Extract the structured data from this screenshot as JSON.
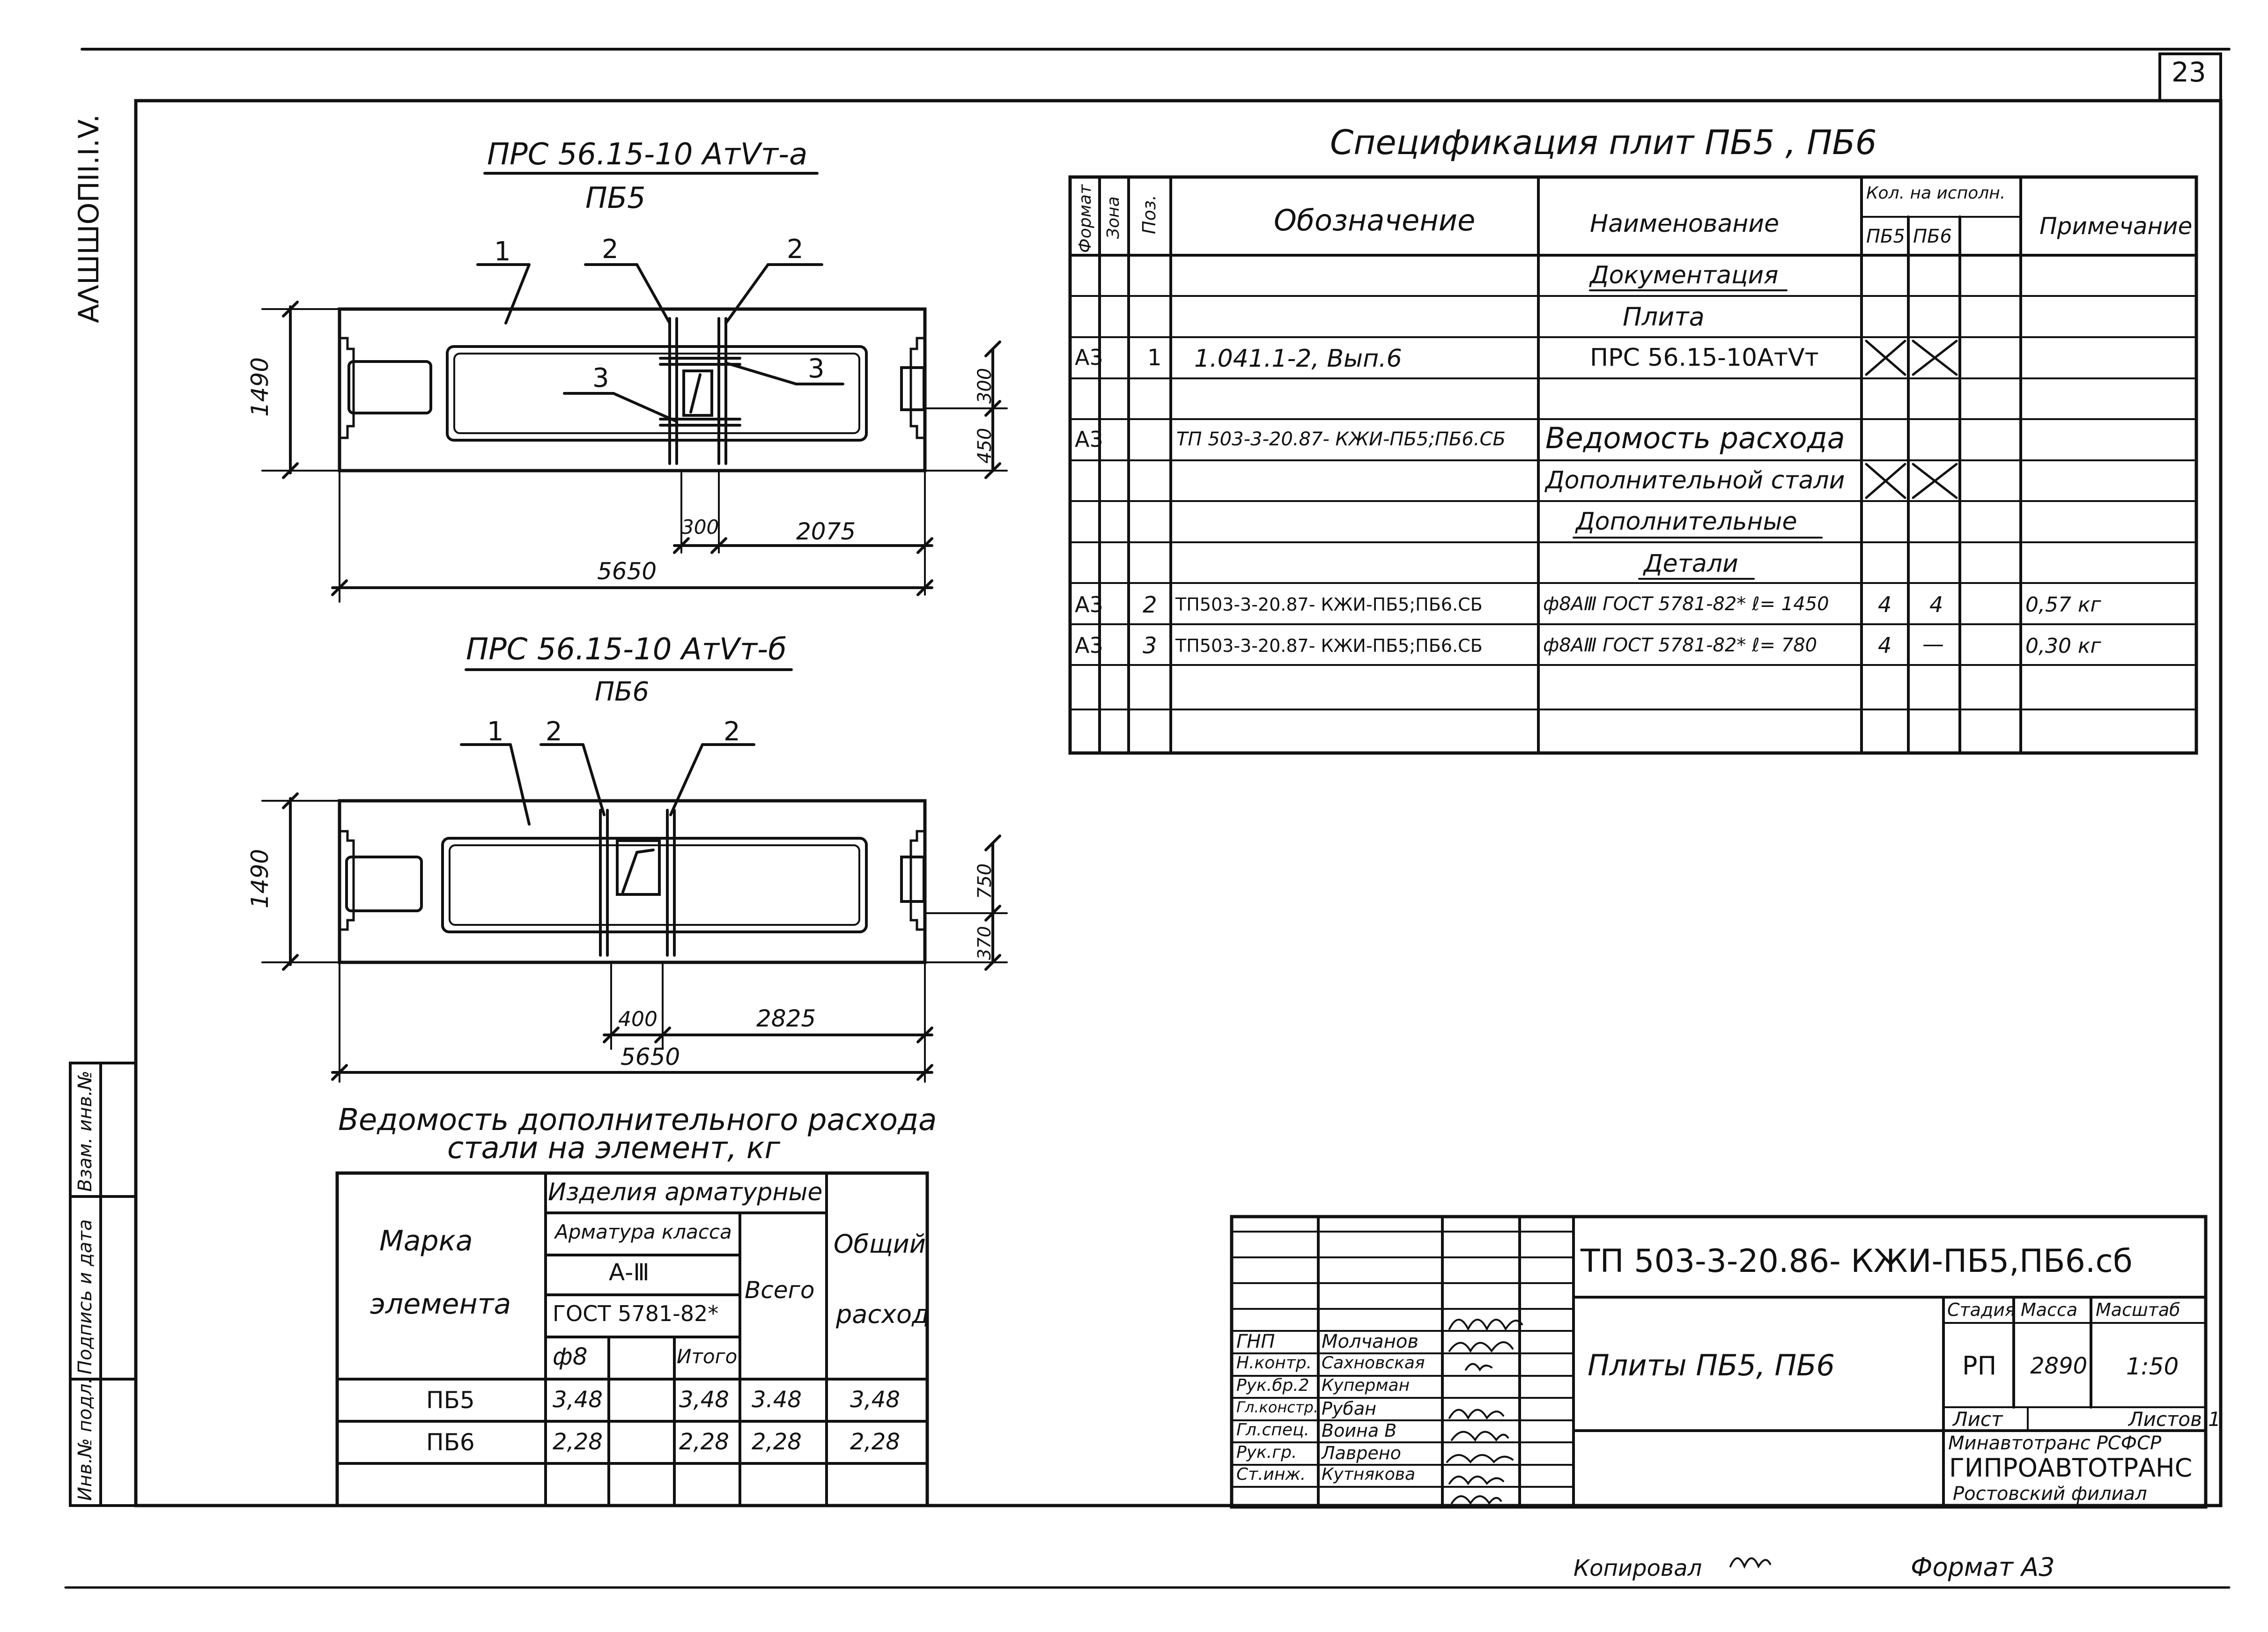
{
  "page_number": "23",
  "left_vertical_code": "ΑΛШШΟΠΙΙ.Ι.V.",
  "drawing1": {
    "title": "ПРС 56.15-10 АтⅤт-а",
    "subtitle": "ПБ5",
    "callouts": [
      "1",
      "2",
      "2",
      "3",
      "3"
    ],
    "dim_height": "1490",
    "dim_right_top": "300",
    "dim_right_bottom": "450",
    "dim_300": "300",
    "dim_2075": "2075",
    "dim_length": "5650"
  },
  "drawing2": {
    "title": "ПРС 56.15-10 АтⅤт-б",
    "subtitle": "ПБ6",
    "callouts": [
      "1",
      "2",
      "2"
    ],
    "dim_height": "1490",
    "dim_right_top": "750",
    "dim_right_bottom": "370",
    "dim_400": "400",
    "dim_2825": "2825",
    "dim_length": "5650"
  },
  "spec": {
    "title": "Спецификация   плит ПБ5 , ПБ6",
    "headers": {
      "format": "Формат",
      "zone": "Зона",
      "pos": "Поз.",
      "designation": "Обозначение",
      "name": "Наименование",
      "qty": "Кол. на исполн.",
      "qty_pb5": "ПБ5",
      "qty_pb6": "ПБ6",
      "note": "Примечание"
    },
    "rows": [
      {
        "format": "",
        "pos": "",
        "designation": "",
        "name": "Документация",
        "q1": "",
        "q2": "",
        "note": ""
      },
      {
        "format": "",
        "pos": "",
        "designation": "",
        "name": "Плита",
        "q1": "",
        "q2": "",
        "note": ""
      },
      {
        "format": "А3",
        "pos": "1",
        "designation": "1.041.1-2,   Вып.6",
        "name": "ПРС 56.15-10АтⅤт",
        "q1": "",
        "q2": "",
        "note": ""
      },
      {
        "format": "",
        "pos": "",
        "designation": "",
        "name": "",
        "q1": "",
        "q2": "",
        "note": ""
      },
      {
        "format": "А3",
        "pos": "",
        "designation": "ТП 503-3-20.87- КЖИ-ПБ5;ПБ6.СБ",
        "name": "Ведомость  расхода",
        "q1": "",
        "q2": "",
        "note": ""
      },
      {
        "format": "",
        "pos": "",
        "designation": "",
        "name": "Дополнительной  стали",
        "q1": "",
        "q2": "",
        "note": ""
      },
      {
        "format": "",
        "pos": "",
        "designation": "",
        "name": "Дополнительные",
        "q1": "",
        "q2": "",
        "note": ""
      },
      {
        "format": "",
        "pos": "",
        "designation": "",
        "name": "Детали",
        "q1": "",
        "q2": "",
        "note": ""
      },
      {
        "format": "А3",
        "pos": "2",
        "designation": "ТП503-3-20.87- КЖИ-ПБ5;ПБ6.СБ",
        "name": "ф8АⅢ ГОСТ 5781-82* ℓ= 1450",
        "q1": "4",
        "q2": "4",
        "note": "0,57 кг"
      },
      {
        "format": "А3",
        "pos": "3",
        "designation": "ТП503-3-20.87- КЖИ-ПБ5;ПБ6.СБ",
        "name": "ф8АⅢ ГОСТ 5781-82* ℓ= 780",
        "q1": "4",
        "q2": "—",
        "note": "0,30 кг"
      },
      {
        "format": "",
        "pos": "",
        "designation": "",
        "name": "",
        "q1": "",
        "q2": "",
        "note": ""
      },
      {
        "format": "",
        "pos": "",
        "designation": "",
        "name": "",
        "q1": "",
        "q2": "",
        "note": ""
      }
    ]
  },
  "steel": {
    "title_line1": "Ведомость   дополнительного   расхода",
    "title_line2": "стали  на  элемент, кг",
    "h_mark1": "Марка",
    "h_mark2": "элемента",
    "h_products": "Изделия  арматурные",
    "h_class": "Арматура  класса",
    "h_grade": "А-Ⅲ",
    "h_gost": "ГОСТ 5781-82*",
    "h_phi": "ф8",
    "h_itogo": "Итого",
    "h_vsego": "Всего",
    "h_total1": "Общий",
    "h_total2": "расход",
    "rows": [
      {
        "mark": "ПБ5",
        "phi": "3,48",
        "itogo": "3,48",
        "vsego": "3.48",
        "total": "3,48"
      },
      {
        "mark": "ПБ6",
        "phi": "2,28",
        "itogo": "2,28",
        "vsego": "2,28",
        "total": "2,28"
      }
    ]
  },
  "left_margin": {
    "vzam": "Взам. инв.№",
    "podpis": "Подпись и дата",
    "inv": "Инв.№ подл."
  },
  "stamp": {
    "code": "ТП  503-3-20.86- КЖИ-ПБ5,ПБ6.сб",
    "title": "Плиты  ПБ5,  ПБ6",
    "stage_label": "Стадия",
    "mass_label": "Масса",
    "scale_label": "Масштаб",
    "stage": "РП",
    "mass": "2890",
    "scale": "1:50",
    "sheet_label": "Лист",
    "sheets_label": "Листов 1",
    "org1": "Минавтотранс РСФСР",
    "org2": "ГИПРОАВТОТРАНС",
    "org3": "Ростовский филиал",
    "people": [
      {
        "role": "ГНП",
        "name": "Молчанов"
      },
      {
        "role": "Н.контр.",
        "name": "Сахновская"
      },
      {
        "role": "Рук.бр.2",
        "name": "Куперман"
      },
      {
        "role": "Гл.констр.",
        "name": "Рубан"
      },
      {
        "role": "Гл.спец.",
        "name": "Воина В"
      },
      {
        "role": "Рук.гр.",
        "name": "Лаврено"
      },
      {
        "role": "Ст.инж.",
        "name": "Кутнякова"
      }
    ]
  },
  "footer": {
    "copied": "Копировал",
    "format": "Формат А3"
  }
}
